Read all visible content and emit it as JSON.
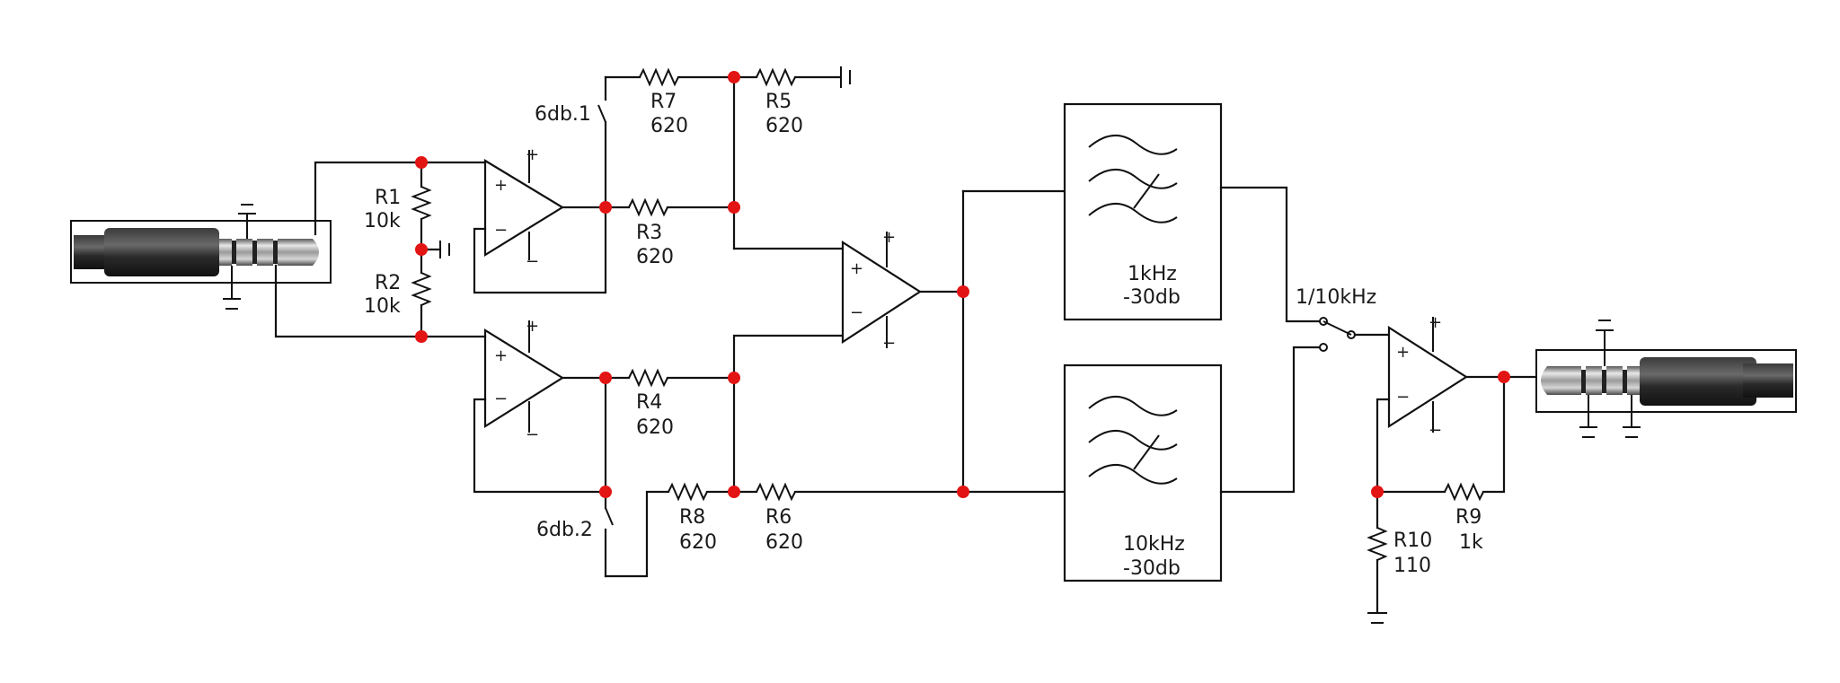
{
  "colors": {
    "wire": "#111111",
    "node": "#e31414",
    "background": "#ffffff"
  },
  "resistors": {
    "r1": {
      "name": "R1",
      "value": "10k"
    },
    "r2": {
      "name": "R2",
      "value": "10k"
    },
    "r3": {
      "name": "R3",
      "value": "620"
    },
    "r4": {
      "name": "R4",
      "value": "620"
    },
    "r5": {
      "name": "R5",
      "value": "620"
    },
    "r6": {
      "name": "R6",
      "value": "620"
    },
    "r7": {
      "name": "R7",
      "value": "620"
    },
    "r8": {
      "name": "R8",
      "value": "620"
    },
    "r9": {
      "name": "R9",
      "value": "1k"
    },
    "r10": {
      "name": "R10",
      "value": "110"
    }
  },
  "switches": {
    "sw1": "6db.1",
    "sw2": "6db.2",
    "sw3": "1/10kHz"
  },
  "filters": {
    "f1": {
      "freq": "1kHz",
      "atten": "-30db"
    },
    "f2": {
      "freq": "10kHz",
      "atten": "-30db"
    }
  },
  "opamp_signs": {
    "plus": "+",
    "minus": "−"
  },
  "icons": {
    "input_jack": "audio-jack-trrs-icon",
    "output_jack": "audio-jack-trrs-icon",
    "filter": "band-filter-icon",
    "ground": "ground-icon",
    "opamp": "opamp-icon",
    "resistor": "resistor-icon",
    "switch": "switch-icon"
  }
}
